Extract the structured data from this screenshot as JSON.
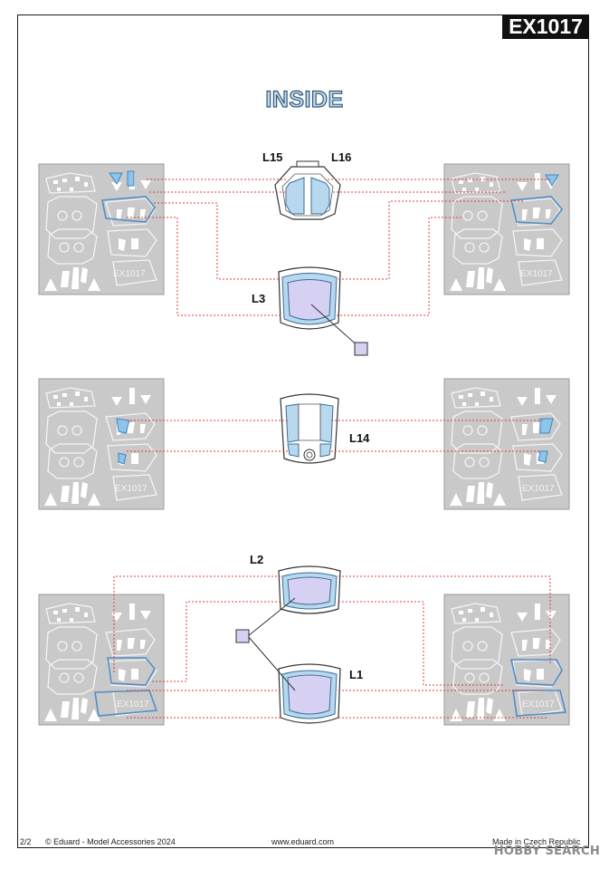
{
  "header": {
    "code": "EX1017",
    "title": "INSIDE"
  },
  "parts": {
    "l15": "L15",
    "l16": "L16",
    "l3": "L3",
    "l14": "L14",
    "l2": "L2",
    "l1": "L1"
  },
  "sheet_text": "EX1017",
  "footer": {
    "page": "2/2",
    "copyright": "© Eduard - Model Accessories 2024",
    "website": "www.eduard.com",
    "origin": "Made in Czech Republic"
  },
  "watermark": "HOBBY SEARCH",
  "colors": {
    "glass": "#b8d8ee",
    "glass_dark": "#6a9ec2",
    "interior": "#d6d0f2",
    "leader": "#e23b3b",
    "sheet": "#c9c9c9"
  }
}
